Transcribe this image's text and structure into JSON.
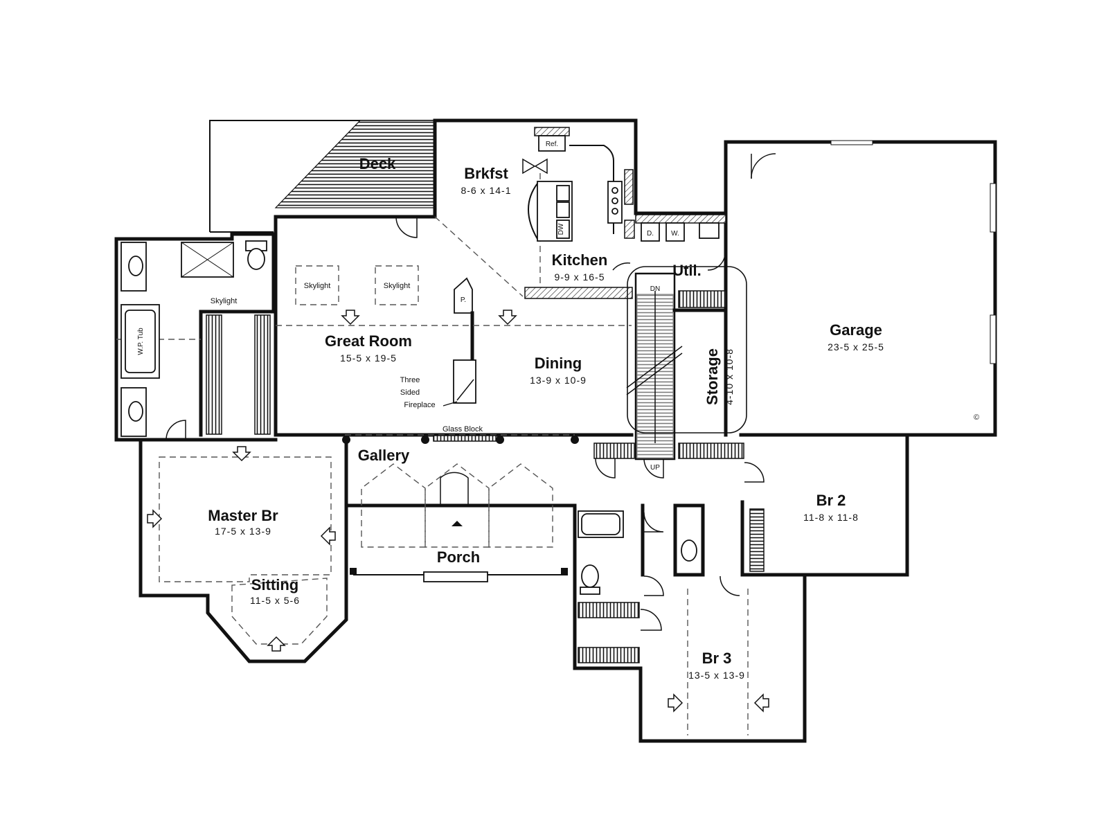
{
  "rooms": {
    "deck": {
      "name": "Deck"
    },
    "brkfst": {
      "name": "Brkfst",
      "dims": "8-6 x 14-1"
    },
    "kitchen": {
      "name": "Kitchen",
      "dims": "9-9 x 16-5"
    },
    "util": {
      "name": "Util."
    },
    "garage": {
      "name": "Garage",
      "dims": "23-5 x 25-5"
    },
    "great_room": {
      "name": "Great Room",
      "dims": "15-5 x 19-5"
    },
    "dining": {
      "name": "Dining",
      "dims": "13-9 x 10-9"
    },
    "storage": {
      "name": "Storage",
      "dims": "4-10 x 10-8"
    },
    "gallery": {
      "name": "Gallery"
    },
    "master_br": {
      "name": "Master Br",
      "dims": "17-5 x 13-9"
    },
    "sitting": {
      "name": "Sitting",
      "dims": "11-5 x 5-6"
    },
    "porch": {
      "name": "Porch"
    },
    "br2": {
      "name": "Br 2",
      "dims": "11-8 x 11-8"
    },
    "br3": {
      "name": "Br 3",
      "dims": "13-5 x 13-9"
    }
  },
  "labels": {
    "skylight": "Skylight",
    "glass_block": "Glass Block",
    "fireplace_line1": "Three",
    "fireplace_line2": "Sided",
    "fireplace_line3": "Fireplace",
    "ref": "Ref.",
    "dw": "DW",
    "d": "D.",
    "w": "W.",
    "p": "P.",
    "dn": "DN",
    "up": "UP",
    "wp_tub": "W.P. Tub",
    "copyright": "©"
  },
  "colors": {
    "line": "#111111",
    "background": "#ffffff"
  }
}
